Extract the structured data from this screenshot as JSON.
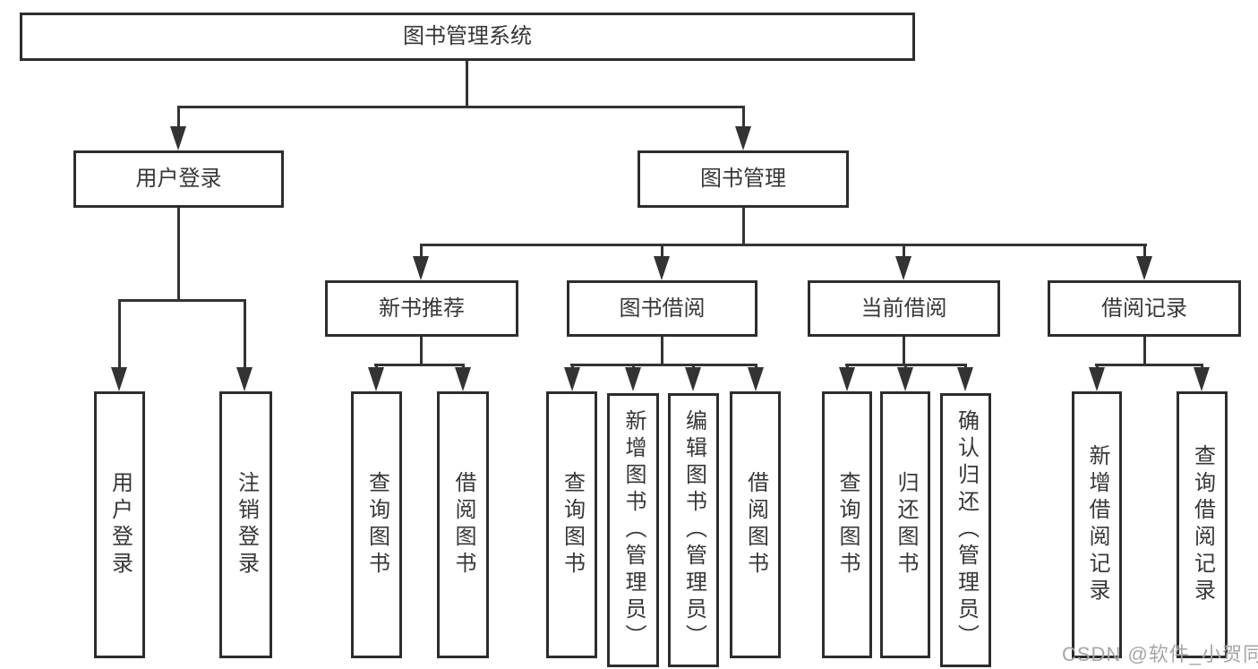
{
  "diagram_type": "hierarchy-tree",
  "watermark": {
    "text": "CSDN @软件_小贺同学"
  },
  "colors": {
    "line": "#333333",
    "box_border": "#2d2d2d",
    "text": "#373737",
    "background": "#ffffff",
    "watermark": "#a6a6a6"
  },
  "tree": {
    "label": "图书管理系统",
    "children": [
      {
        "label": "用户登录",
        "children": [
          {
            "label": "用户登录"
          },
          {
            "label": "注销登录"
          }
        ]
      },
      {
        "label": "图书管理",
        "children": [
          {
            "label": "新书推荐",
            "children": [
              {
                "label": "查询图书"
              },
              {
                "label": "借阅图书"
              }
            ]
          },
          {
            "label": "图书借阅",
            "children": [
              {
                "label": "查询图书"
              },
              {
                "label": "新增图书（管理员）"
              },
              {
                "label": "编辑图书（管理员）"
              },
              {
                "label": "借阅图书"
              }
            ]
          },
          {
            "label": "当前借阅",
            "children": [
              {
                "label": "查询图书"
              },
              {
                "label": "归还图书"
              },
              {
                "label": "确认归还（管理员）"
              }
            ]
          },
          {
            "label": "借阅记录",
            "children": [
              {
                "label": "新增借阅记录"
              },
              {
                "label": "查询借阅记录"
              }
            ]
          }
        ]
      }
    ]
  }
}
